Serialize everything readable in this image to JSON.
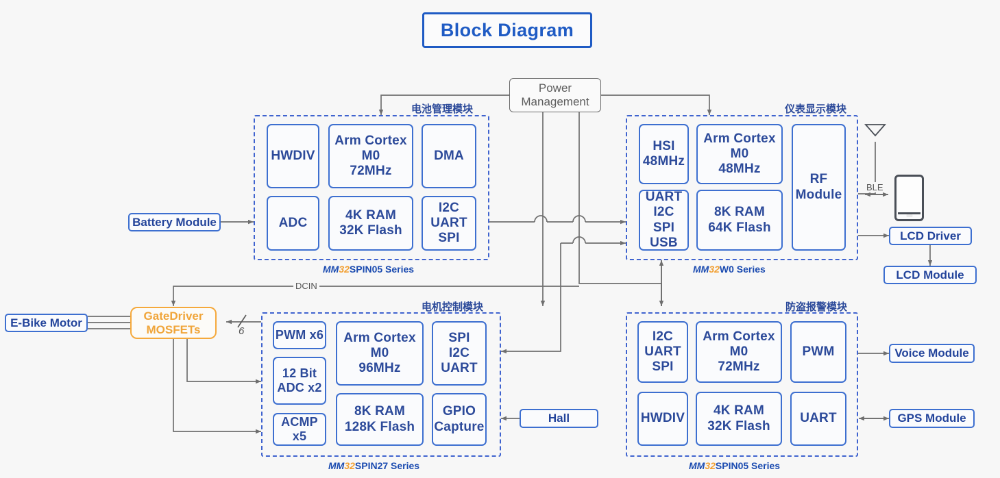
{
  "title": {
    "text": "Block Diagram"
  },
  "power_management": {
    "label": "Power\nManagement"
  },
  "gate_driver": {
    "label": "GateDriver\nMOSFETs"
  },
  "wire_labels": {
    "dcin": "DCIN",
    "ble": "BLE",
    "six_phase": "/",
    "six_phase_sub": "6"
  },
  "peripherals": {
    "battery_module": "Battery Module",
    "ebike_motor": "E-Bike Motor",
    "hall": "Hall",
    "lcd_driver": "LCD Driver",
    "lcd_module": "LCD Module",
    "voice_module": "Voice Module",
    "gps_module": "GPS Module"
  },
  "groups": [
    {
      "id": "battery-management",
      "title": "电池管理模块",
      "footer_prefix_mm": "MM",
      "footer_prefix_32": "32",
      "footer_rest": "SPIN05 Series",
      "blocks": [
        {
          "name": "hwdiv",
          "label": "HWDIV"
        },
        {
          "name": "cpu",
          "label": "Arm Cortex\nM0\n72MHz"
        },
        {
          "name": "dma",
          "label": "DMA"
        },
        {
          "name": "adc",
          "label": "ADC"
        },
        {
          "name": "memory",
          "label": "4K RAM\n32K Flash"
        },
        {
          "name": "comms",
          "label": "I2C\nUART\nSPI"
        }
      ]
    },
    {
      "id": "instrument-display",
      "title": "仪表显示模块",
      "footer_prefix_mm": "MM",
      "footer_prefix_32": "32",
      "footer_rest": "W0 Series",
      "blocks": [
        {
          "name": "hsi",
          "label": "HSI\n48MHz"
        },
        {
          "name": "cpu",
          "label": "Arm Cortex\nM0\n48MHz"
        },
        {
          "name": "rf-module",
          "label": "RF\nModule"
        },
        {
          "name": "comms",
          "label": "UART\nI2C\nSPI\nUSB"
        },
        {
          "name": "memory",
          "label": "8K RAM\n64K Flash"
        }
      ]
    },
    {
      "id": "motor-control",
      "title": "电机控制模块",
      "footer_prefix_mm": "MM",
      "footer_prefix_32": "32",
      "footer_rest": "SPIN27 Series",
      "blocks": [
        {
          "name": "pwm",
          "label": "PWM x6"
        },
        {
          "name": "adc",
          "label": "12 Bit\nADC x2"
        },
        {
          "name": "acmp",
          "label": "ACMP x5"
        },
        {
          "name": "cpu",
          "label": "Arm Cortex\nM0\n96MHz"
        },
        {
          "name": "memory",
          "label": "8K RAM\n128K Flash"
        },
        {
          "name": "comms",
          "label": "SPI\nI2C\nUART"
        },
        {
          "name": "gpio",
          "label": "GPIO\nCapture"
        }
      ]
    },
    {
      "id": "antitheft-alarm",
      "title": "防盗报警模块",
      "footer_prefix_mm": "MM",
      "footer_prefix_32": "32",
      "footer_rest": "SPIN05 Series",
      "blocks": [
        {
          "name": "comms",
          "label": "I2C\nUART\nSPI"
        },
        {
          "name": "cpu",
          "label": "Arm Cortex\nM0\n72MHz"
        },
        {
          "name": "pwm",
          "label": "PWM"
        },
        {
          "name": "hwdiv",
          "label": "HWDIV"
        },
        {
          "name": "memory",
          "label": "4K RAM\n32K Flash"
        },
        {
          "name": "uart",
          "label": "UART"
        }
      ]
    }
  ],
  "colors": {
    "background": "#f7f7f7",
    "block_border": "#3d6fd0",
    "block_text": "#2c4a9a",
    "group_border": "#3f63cf",
    "accent_orange": "#f2a033",
    "wire": "#6f6f6f",
    "title_blue": "#1f5bc4",
    "gray_block": "#6a6a6a"
  }
}
